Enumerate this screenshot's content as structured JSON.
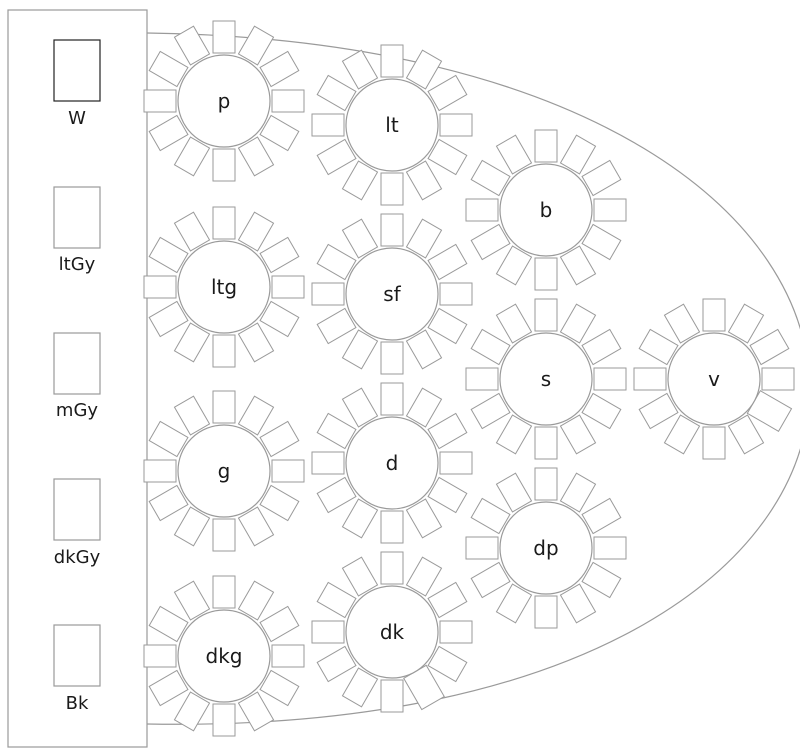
{
  "legend": {
    "swatches": [
      {
        "label": "W",
        "border": "#222222"
      },
      {
        "label": "ltGy",
        "border": "#9a9a9a"
      },
      {
        "label": "mGy",
        "border": "#9a9a9a"
      },
      {
        "label": "dkGy",
        "border": "#9a9a9a"
      },
      {
        "label": "Bk",
        "border": "#9a9a9a"
      }
    ]
  },
  "tables": [
    {
      "label": "p",
      "highlight": null
    },
    {
      "label": "ltg",
      "highlight": null
    },
    {
      "label": "g",
      "highlight": null
    },
    {
      "label": "dkg",
      "highlight": null
    },
    {
      "label": "lt",
      "highlight": null
    },
    {
      "label": "sf",
      "highlight": null
    },
    {
      "label": "d",
      "highlight": null
    },
    {
      "label": "dk",
      "highlight": {
        "color": "#0d1f5c"
      }
    },
    {
      "label": "b",
      "highlight": null
    },
    {
      "label": "s",
      "highlight": null
    },
    {
      "label": "dp",
      "highlight": null
    },
    {
      "label": "v",
      "highlight": {
        "color": "#1a95bd"
      }
    }
  ],
  "colors": {
    "stroke": "#9a9a9a",
    "text": "#1a1a1a"
  }
}
